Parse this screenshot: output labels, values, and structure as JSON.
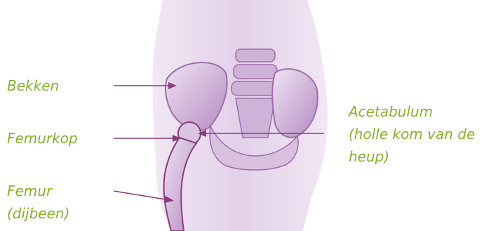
{
  "colors": {
    "label_text": "#86b12a",
    "arrow": "#8a3b7a",
    "anatomy_light": "#e7d6ec",
    "anatomy_mid": "#c9a9d2",
    "anatomy_dark": "#9c6fab"
  },
  "labels": {
    "pelvis": [
      "Bekken"
    ],
    "femoral_head": [
      "Femurkop"
    ],
    "femur": [
      "Femur",
      "(dijbeen)"
    ],
    "acetabulum": [
      "Acetabulum",
      "(holle kom van de",
      "heup)"
    ]
  }
}
